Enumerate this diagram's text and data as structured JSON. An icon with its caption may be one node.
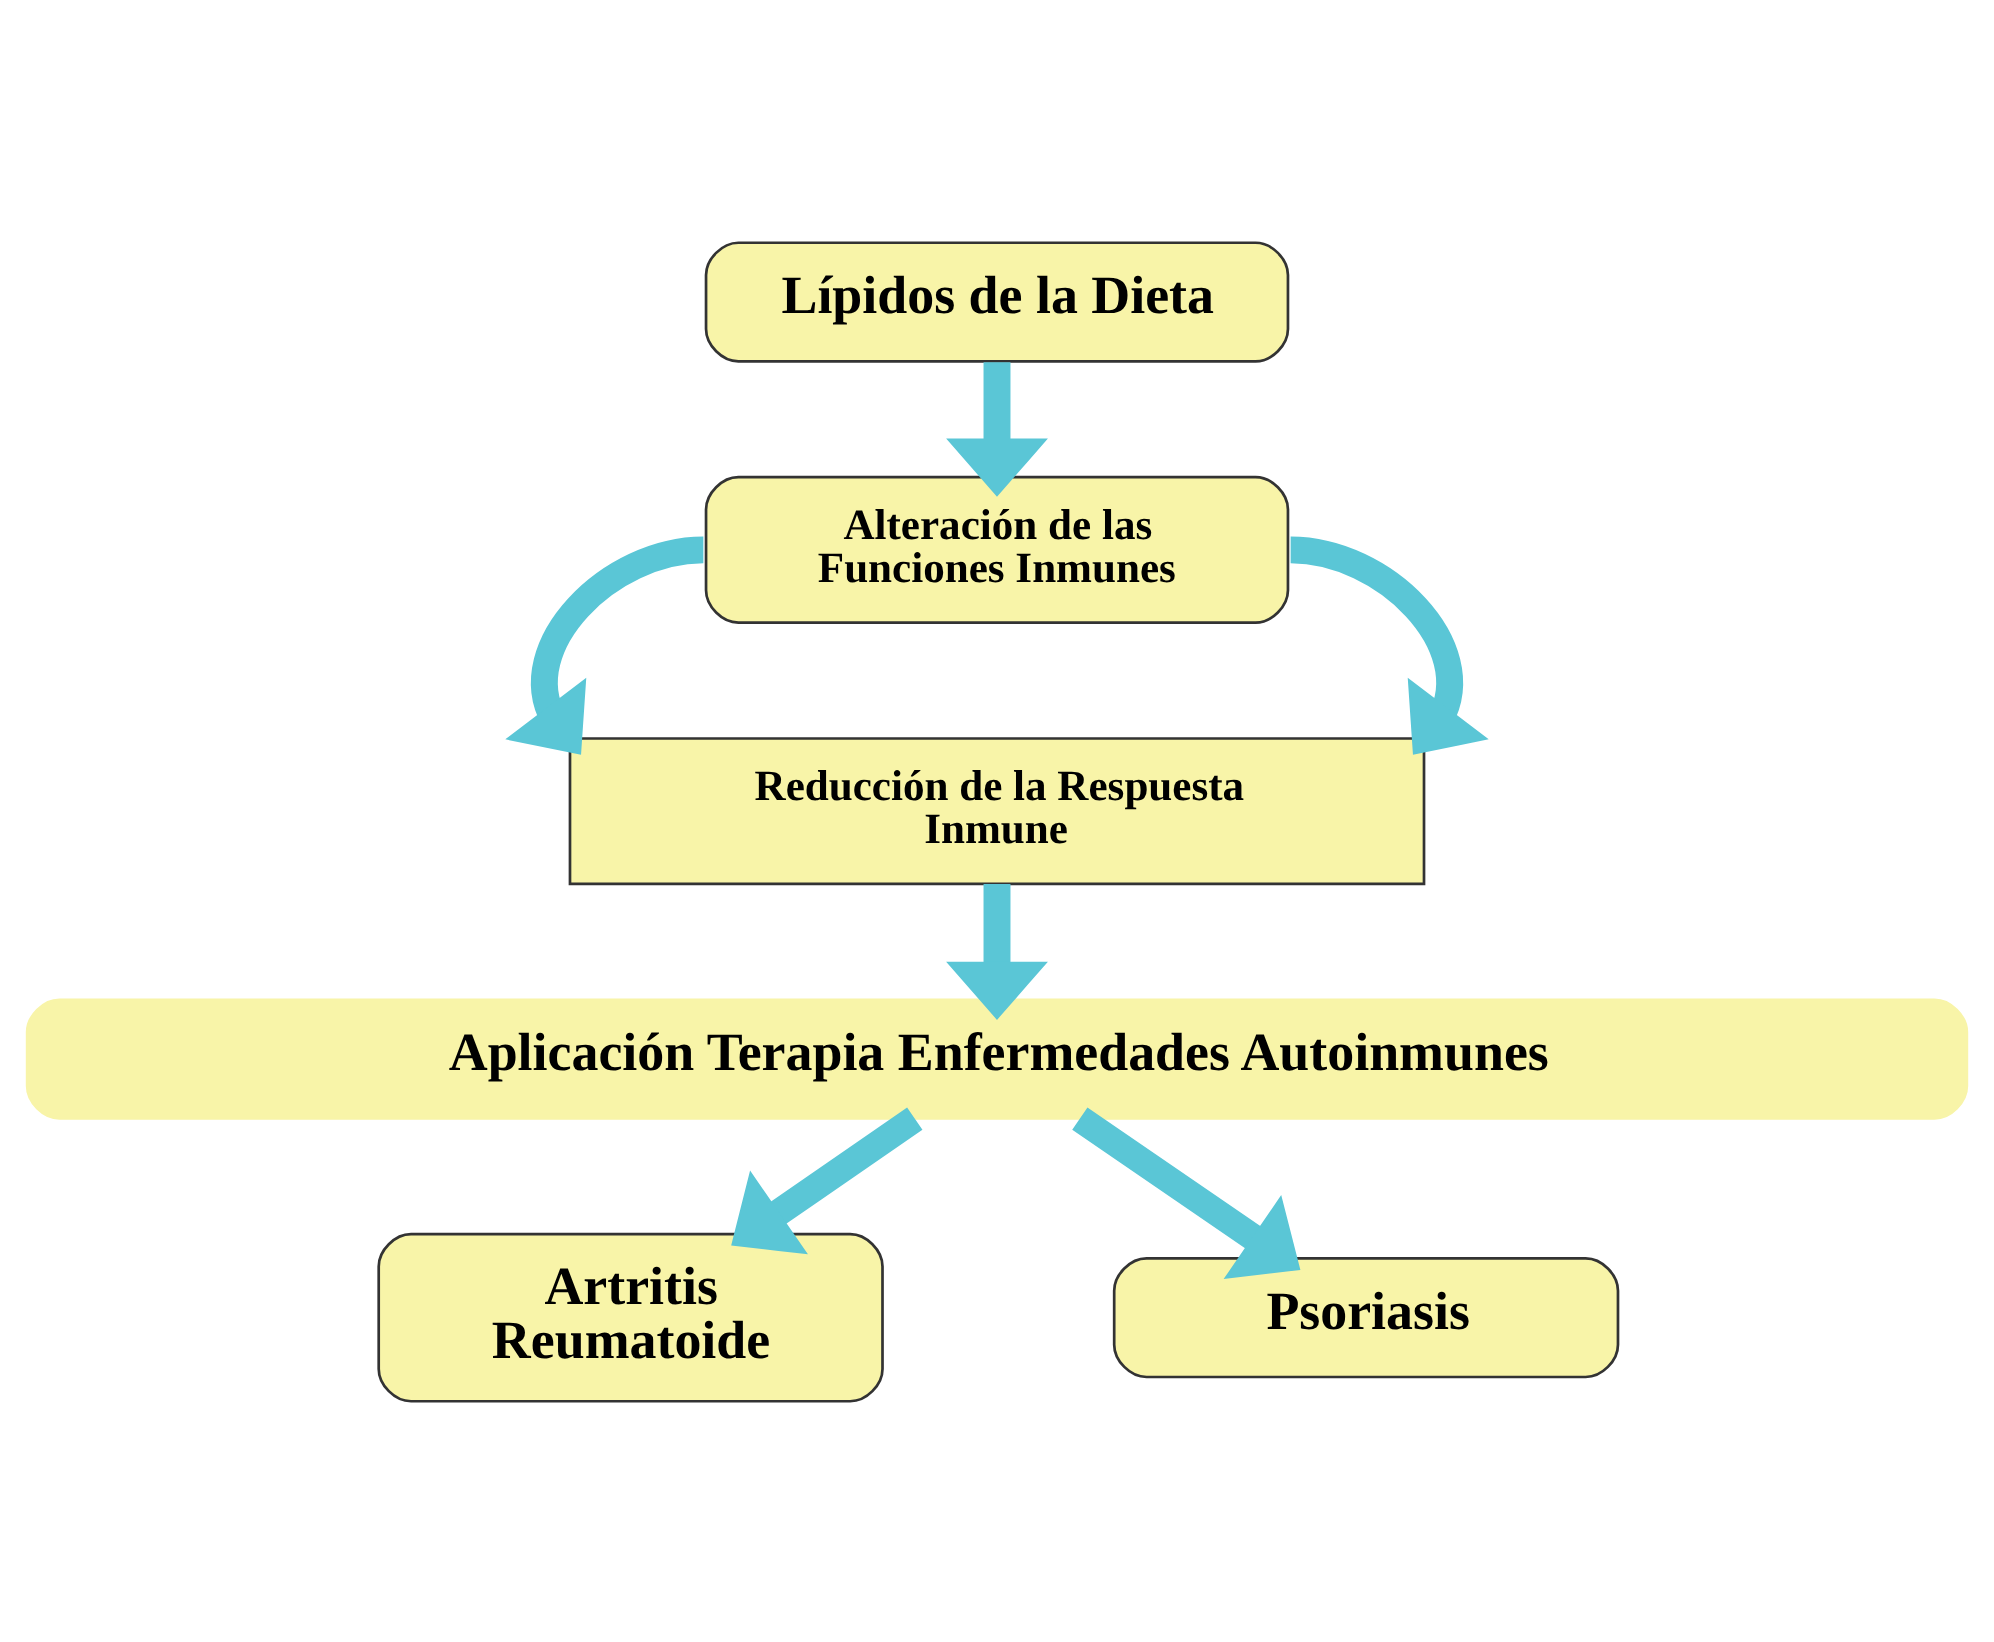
{
  "diagram": {
    "nodes": [
      {
        "text": [
          "Lípidos de la Dieta"
        ]
      },
      {
        "text": [
          "Alteración de las Funciones Inmunes"
        ]
      },
      {
        "text": [
          "Reducción de la Respuesta Inmune"
        ]
      },
      {
        "text": [
          "Aplicación Terapia Enfermedades Autoinmunes"
        ]
      },
      {
        "text": [
          "Artritis Reumatoide"
        ]
      },
      {
        "text": [
          "Psoriasis"
        ]
      }
    ],
    "edges": [
      {
        "from": 0,
        "to": 1,
        "arrow": "to"
      },
      {
        "from": 1,
        "to": 2,
        "arrow": "to"
      },
      {
        "from": 1,
        "to": 2,
        "arrow": "to"
      },
      {
        "from": 2,
        "to": 3,
        "arrow": "to"
      },
      {
        "from": 3,
        "to": 4,
        "arrow": "to"
      },
      {
        "from": 3,
        "to": 5,
        "arrow": "to"
      }
    ]
  }
}
